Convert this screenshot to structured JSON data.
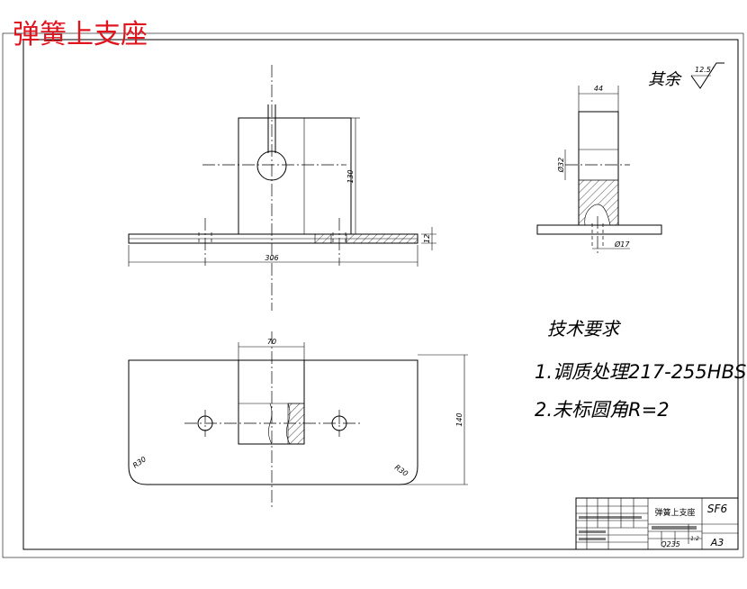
{
  "drawing": {
    "title": "弹簧上支座",
    "roughness": {
      "label": "其余",
      "value": "12.5/"
    },
    "requirements": {
      "heading": "技术要求",
      "items": [
        "1.调质处理217-255HBS",
        "2.未标圆角R=2"
      ]
    },
    "dims": {
      "front_height": "130",
      "front_base_thk": "12",
      "front_width": "306",
      "top_slot_width": "70",
      "top_depth": "140",
      "top_corner_left": "R30",
      "top_corner_right": "R30",
      "side_width": "44",
      "side_bore": "Ø32",
      "side_hole": "Ø17"
    },
    "title_block": {
      "name": "弹簧上支座",
      "code": "SF6",
      "material": "Q235",
      "size": "A3",
      "scale": "1:2"
    }
  }
}
